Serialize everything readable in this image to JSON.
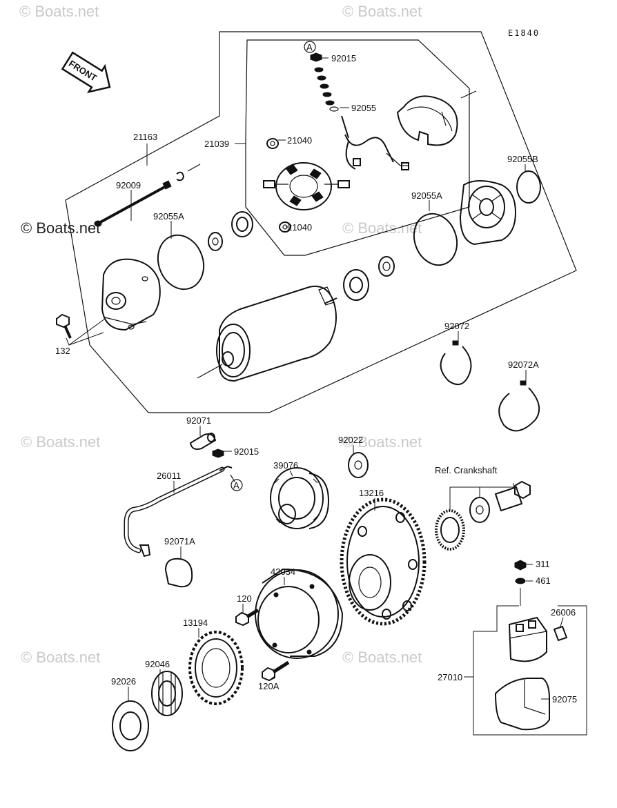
{
  "diagram_code": "E1840",
  "front_label": "FRONT",
  "watermarks": {
    "text": "© Boats.net"
  },
  "ref_label": "Ref. Crankshaft",
  "callout_letter": "A",
  "parts": {
    "p92015_top": "92015",
    "p92055": "92055",
    "p21040_top": "21040",
    "p21039": "21039",
    "p21163": "21163",
    "p92009": "92009",
    "p92055A_left": "92055A",
    "p21040_bot": "21040",
    "p92055B": "92055B",
    "p92055A_right": "92055A",
    "p132": "132",
    "p92072": "92072",
    "p92072A": "92072A",
    "p92071": "92071",
    "p92015_bot": "92015",
    "p92022": "92022",
    "p26011": "26011",
    "p39076": "39076",
    "p13216": "13216",
    "p92071A": "92071A",
    "p42034": "42034",
    "p311": "311",
    "p461": "461",
    "p120": "120",
    "p13194": "13194",
    "p26006": "26006",
    "p92046": "92046",
    "p27010": "27010",
    "p120A": "120A",
    "p92026": "92026",
    "p92075": "92075"
  }
}
